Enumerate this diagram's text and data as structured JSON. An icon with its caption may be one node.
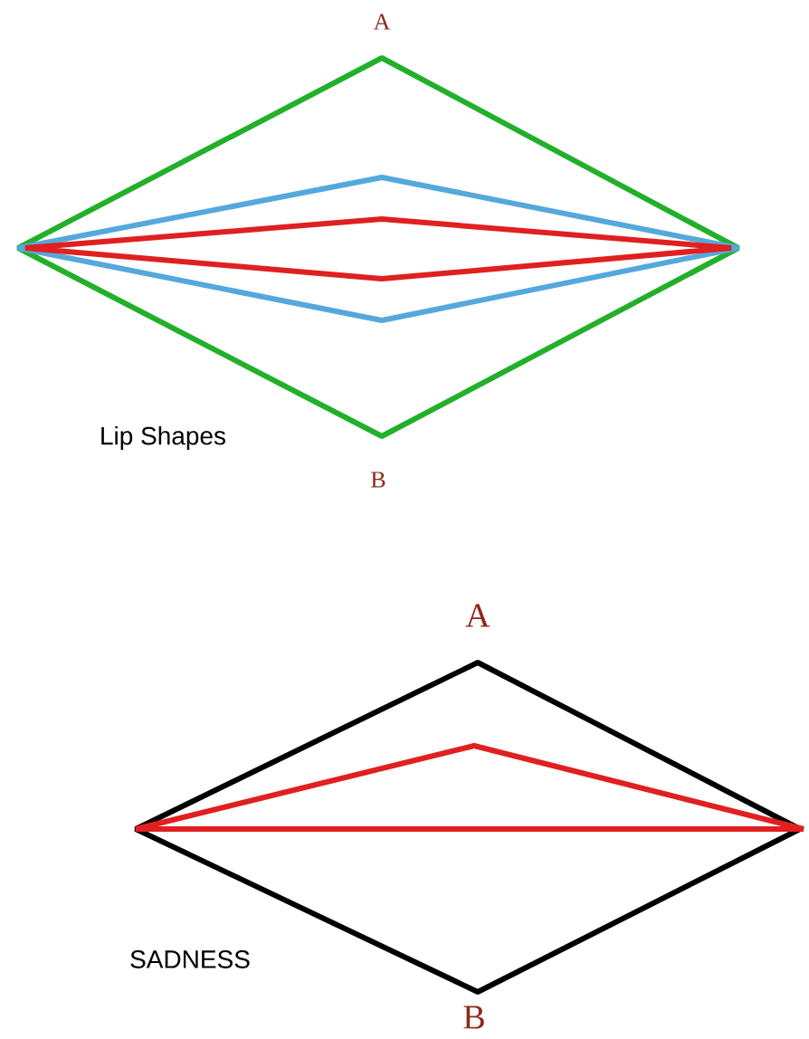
{
  "diagram": {
    "labels": [
      "A",
      "Lip Shapes",
      "B",
      "A",
      "SADNESS",
      "B"
    ]
  }
}
